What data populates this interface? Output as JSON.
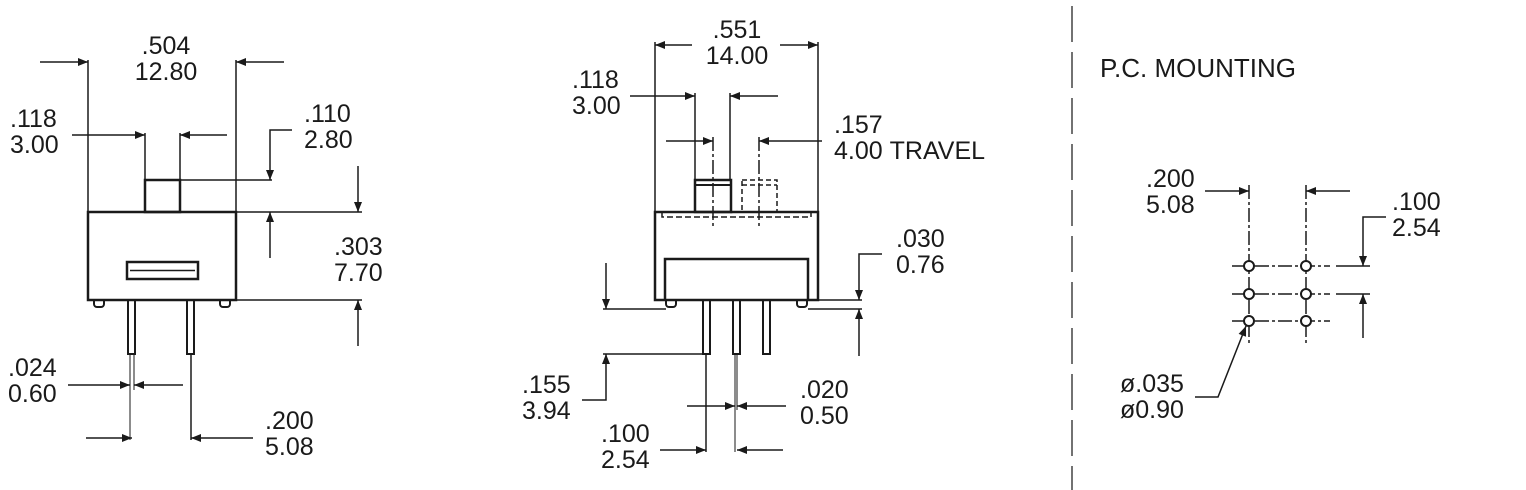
{
  "diagram": {
    "type": "mechanical drawing - slide switch",
    "stroke_color": "#1a1a1a",
    "background": "#ffffff"
  },
  "side_view": {
    "overall_width": {
      "in": ".504",
      "mm": "12.80"
    },
    "actuator_width": {
      "in": ".118",
      "mm": "3.00"
    },
    "actuator_height": {
      "in": ".110",
      "mm": "2.80"
    },
    "body_height": {
      "in": ".303",
      "mm": "7.70"
    },
    "pin_width": {
      "in": ".024",
      "mm": "0.60"
    },
    "pin_spacing": {
      "in": ".200",
      "mm": "5.08"
    }
  },
  "front_view": {
    "overall_width": {
      "in": ".551",
      "mm": "14.00"
    },
    "actuator_width": {
      "in": ".118",
      "mm": "3.00"
    },
    "travel": {
      "in": ".157",
      "mm": "4.00",
      "label": "TRAVEL"
    },
    "standoff": {
      "in": ".030",
      "mm": "0.76"
    },
    "pin_length": {
      "in": ".155",
      "mm": "3.94"
    },
    "pin_thickness": {
      "in": ".020",
      "mm": "0.50"
    },
    "pin_pitch": {
      "in": ".100",
      "mm": "2.54"
    }
  },
  "pc_mounting": {
    "title": "P.C. MOUNTING",
    "column_spacing": {
      "in": ".200",
      "mm": "5.08"
    },
    "row_spacing": {
      "in": ".100",
      "mm": "2.54"
    },
    "hole_diameter": {
      "in": "ø.035",
      "mm": "ø0.90"
    },
    "holes": {
      "rows": 3,
      "columns": 2
    }
  }
}
